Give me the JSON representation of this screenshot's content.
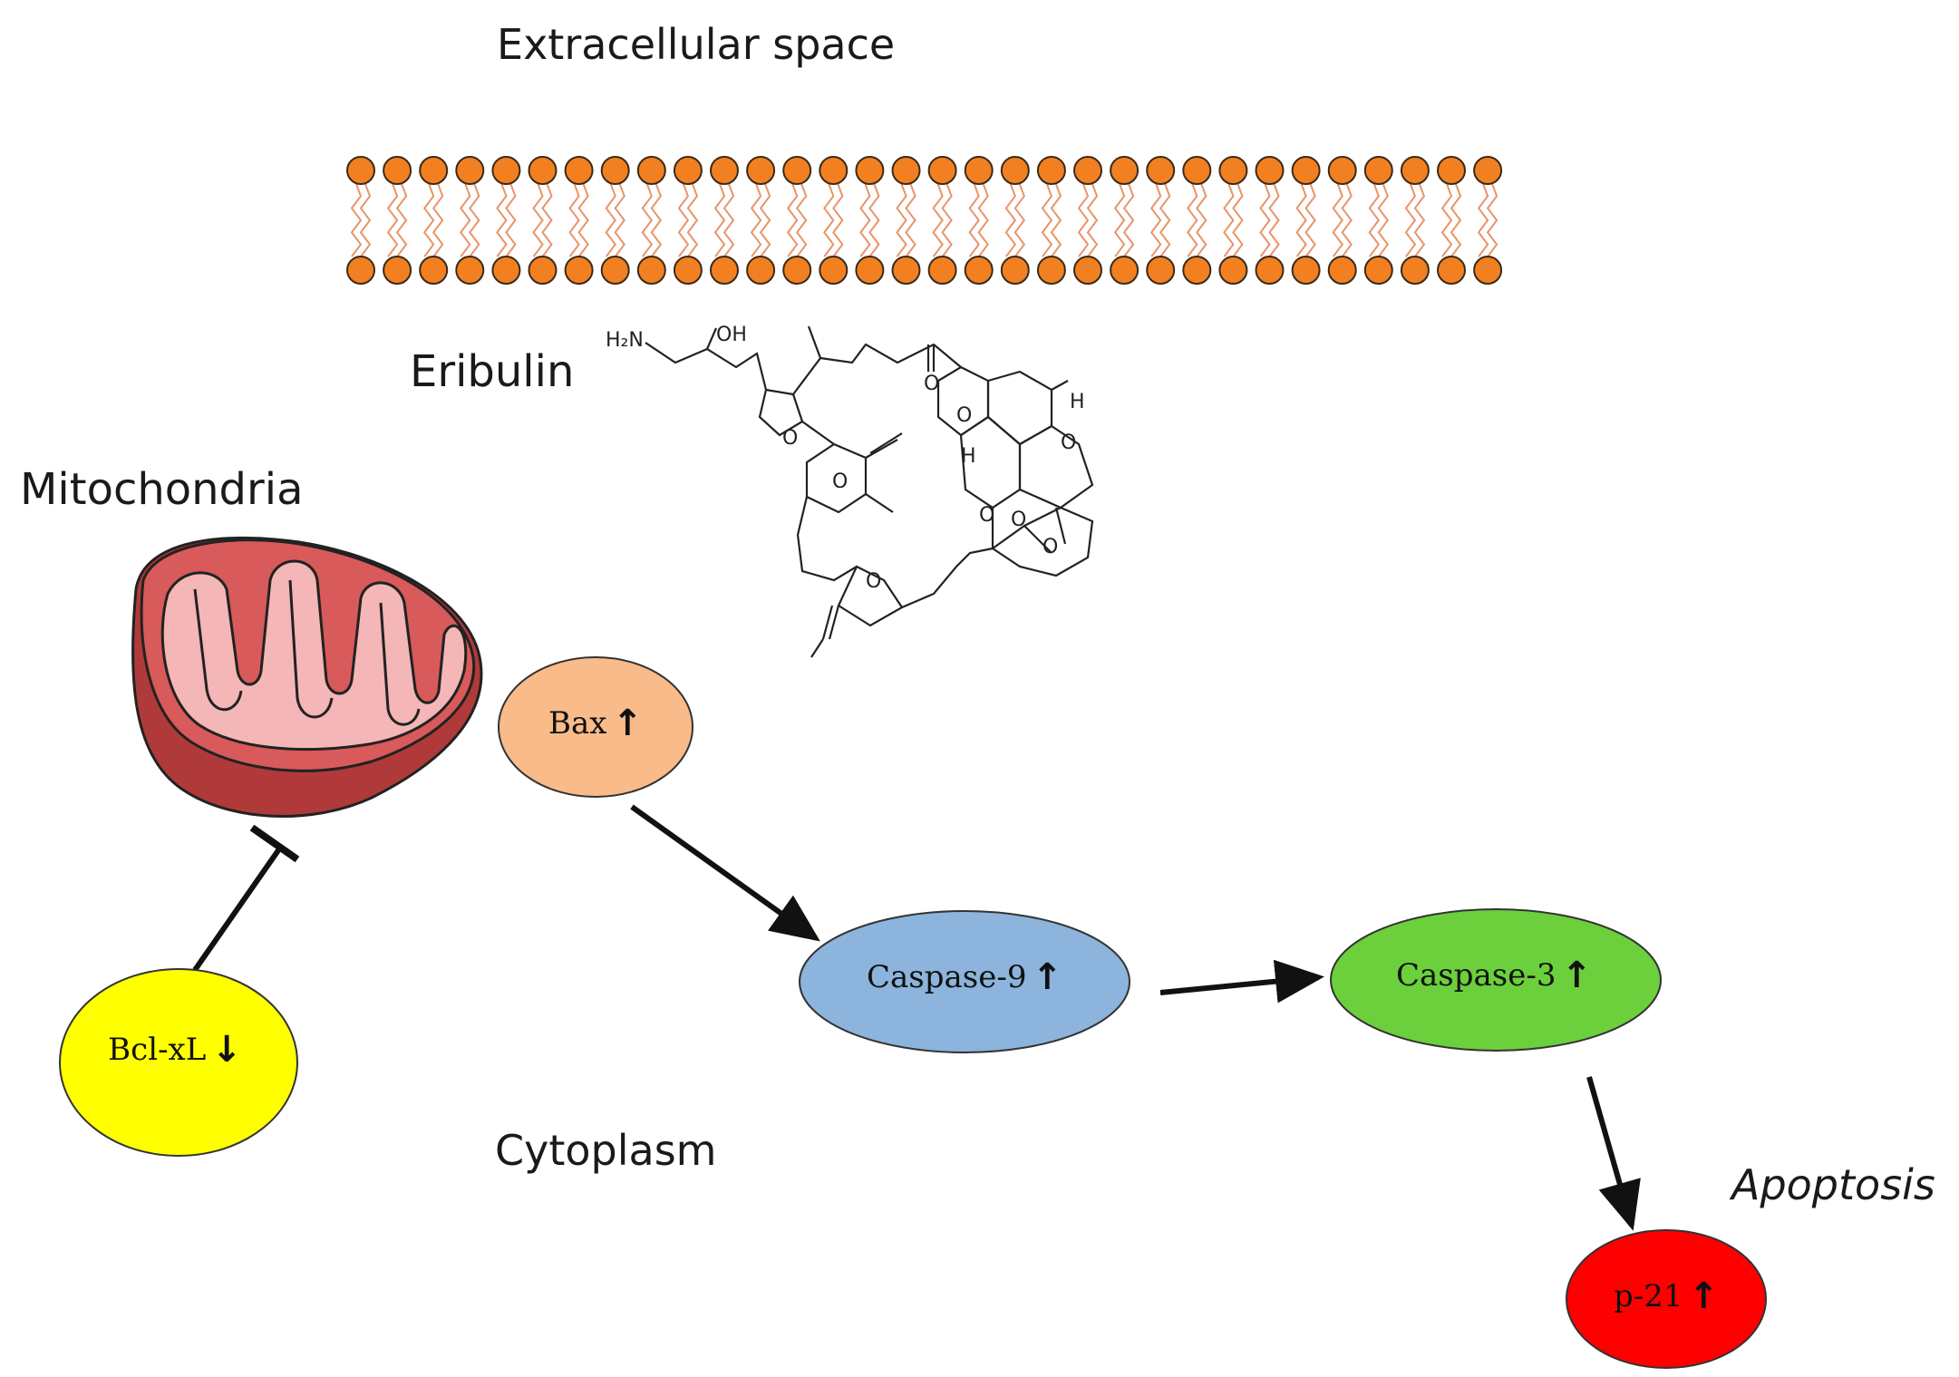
{
  "labels": {
    "extracellular": "Extracellular space",
    "eribulin": "Eribulin",
    "mitochondria": "Mitochondria",
    "cytoplasm": "Cytoplasm",
    "apoptosis": "Apoptosis"
  },
  "nodes": {
    "bax": {
      "label": "Bax",
      "arrow": "↑",
      "color": "#f9bb8a"
    },
    "caspase9": {
      "label": "Caspase-9",
      "arrow": "↑",
      "color": "#8cb4dc"
    },
    "caspase3": {
      "label": "Caspase-3",
      "arrow": "↑",
      "color": "#6ccf3c"
    },
    "bclxl": {
      "label": "Bcl-xL",
      "arrow": "↓",
      "color": "#ffff00"
    },
    "p21": {
      "label": "p-21",
      "arrow": "↑",
      "color": "#ff0000"
    }
  },
  "molecule": {
    "atoms": {
      "nh2": "H₂N",
      "oh": "OH",
      "o": "O",
      "h": "H"
    }
  },
  "colors": {
    "lipid_head": "#f28020",
    "lipid_tail": "#e8946a",
    "mito_outer": "#b03a3a",
    "mito_inner": "#d85a5a",
    "mito_matrix": "#f4b6b6"
  }
}
